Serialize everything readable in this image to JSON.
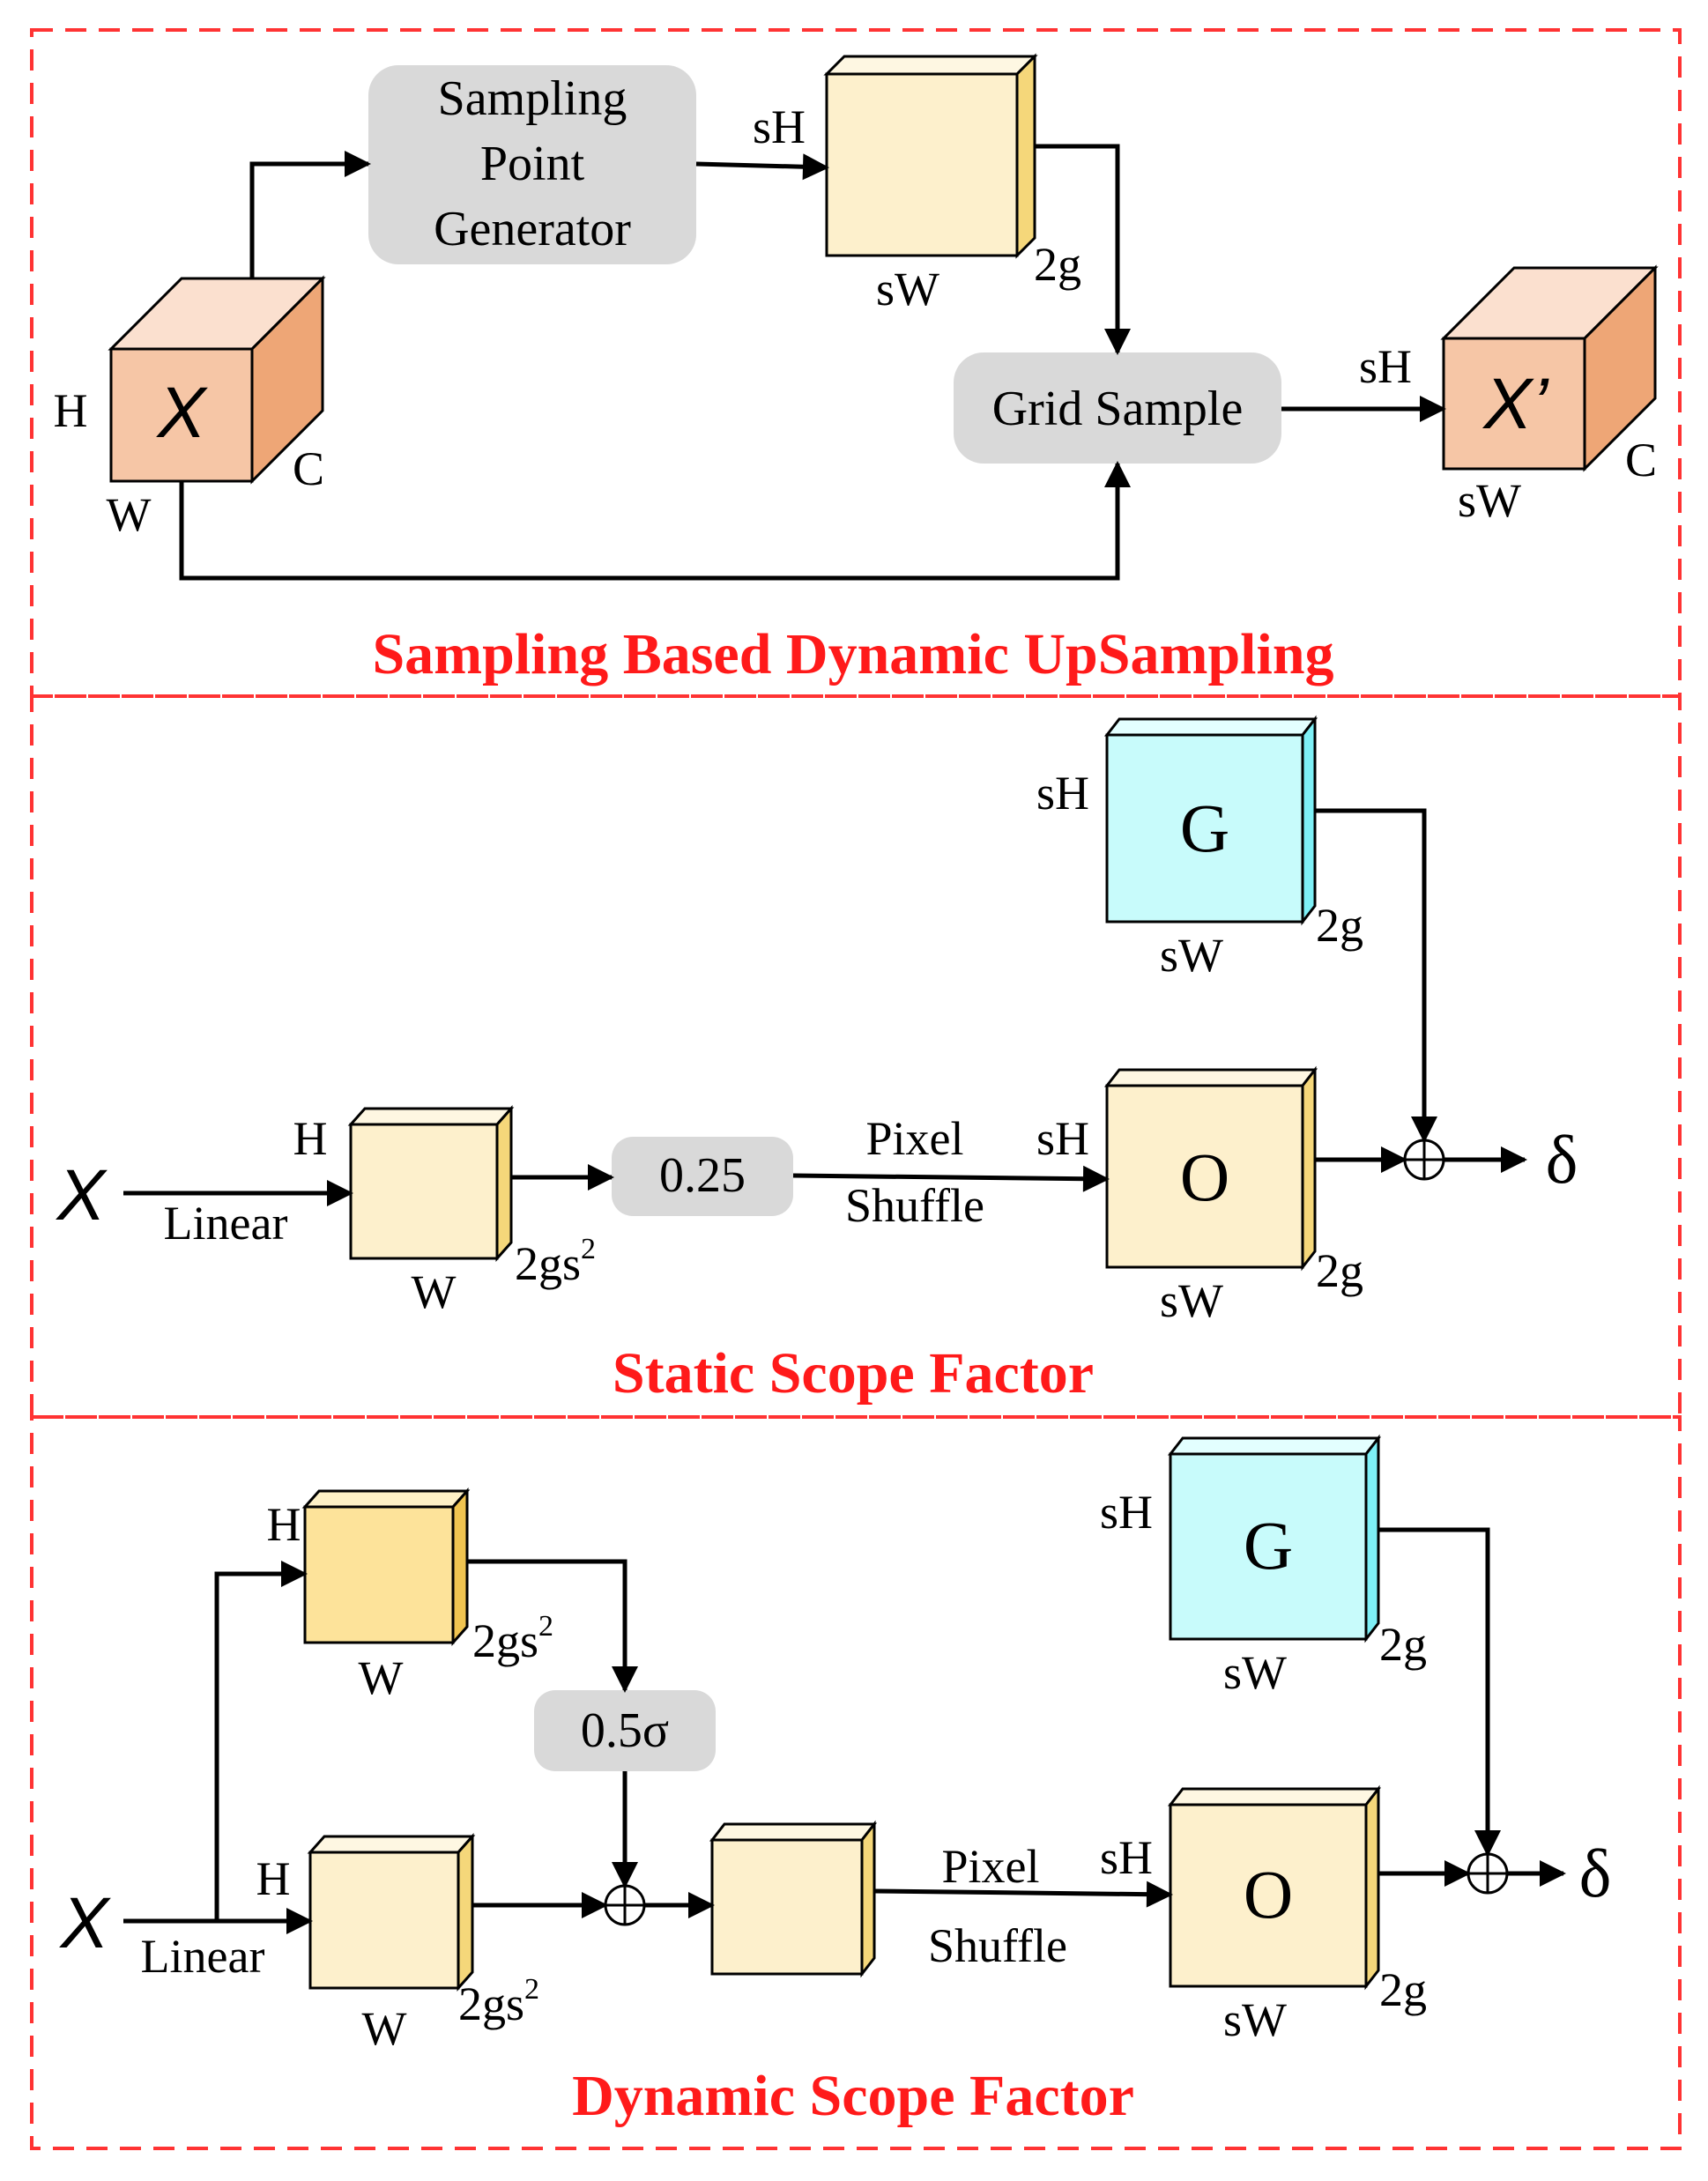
{
  "sections": [
    {
      "title": "Sampling Based Dynamic UpSampling",
      "input_symbol": "X",
      "input_dims": {
        "h": "H",
        "w": "W",
        "c": "C"
      },
      "generator_label_lines": [
        "Sampling",
        "Point",
        "Generator"
      ],
      "offset_dims": {
        "h": "sH",
        "w": "sW",
        "c": "2g"
      },
      "grid_sample_label": "Grid Sample",
      "output_symbol": "X’",
      "output_dims": {
        "h": "sH",
        "w": "sW",
        "c": "C"
      }
    },
    {
      "title": "Static Scope Factor",
      "g_box": {
        "label": "G",
        "h": "sH",
        "w": "sW",
        "c": "2g"
      },
      "input_symbol": "X",
      "linear_label": "Linear",
      "feat_dims": {
        "h": "H",
        "w": "W",
        "c": "2gs",
        "c_exp": "2"
      },
      "scale_label": "0.25",
      "shuffle_lines": [
        "Pixel",
        "Shuffle"
      ],
      "o_box": {
        "label": "O",
        "h": "sH",
        "w": "sW",
        "c": "2g"
      },
      "output_symbol": "δ"
    },
    {
      "title": "Dynamic Scope Factor",
      "g_box": {
        "label": "G",
        "h": "sH",
        "w": "sW",
        "c": "2g"
      },
      "input_symbol": "X",
      "linear_label": "Linear",
      "upper_feat_dims": {
        "h": "H",
        "w": "W",
        "c": "2gs",
        "c_exp": "2"
      },
      "lower_feat_dims": {
        "h": "H",
        "w": "W",
        "c": "2gs",
        "c_exp": "2"
      },
      "scale_label": "0.5σ",
      "shuffle_lines": [
        "Pixel",
        "Shuffle"
      ],
      "o_box": {
        "label": "O",
        "h": "sH",
        "w": "sW",
        "c": "2g"
      },
      "output_symbol": "δ"
    }
  ],
  "colors": {
    "frame_red": "#ff3333",
    "title_red": "#ff1a1a",
    "peach_front": "#f6c6a6",
    "peach_top": "#fbe0cf",
    "peach_side": "#eea676",
    "cream_front": "#fdf0cc",
    "cream_top": "#fef7e2",
    "cream_side": "#f5d77a",
    "gold_front": "#fde39a",
    "gold_side": "#f0c450",
    "cyan_front": "#c8fbfb",
    "cyan_top": "#e3ffff",
    "cyan_side": "#7ef0f6",
    "gray_box": "#d9d9d9"
  }
}
